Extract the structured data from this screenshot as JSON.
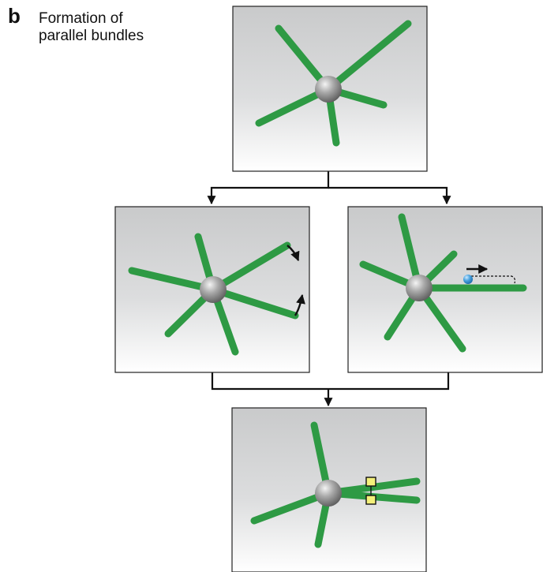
{
  "figure": {
    "panel_label": "b",
    "title_lines": [
      "Formation of",
      "parallel bundles"
    ]
  },
  "colors": {
    "filament": "#2e9a44",
    "centrosome": "#9a9a9a",
    "arrow": "#111111",
    "panel_border": "#222222",
    "crosslinker": "#f3f07a",
    "motor": "#4aa3df"
  },
  "panels": [
    {
      "name": "initial-aster"
    },
    {
      "name": "filaments-bending"
    },
    {
      "name": "motor-transport"
    },
    {
      "name": "parallel-bundles"
    }
  ]
}
